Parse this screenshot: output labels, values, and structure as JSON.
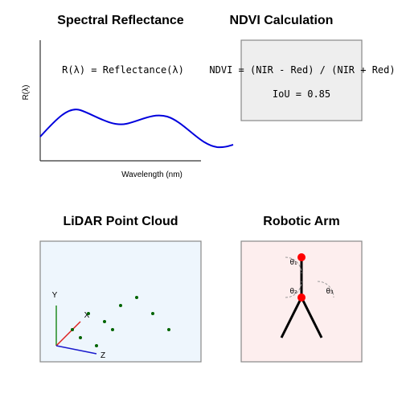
{
  "panels": {
    "spectral": {
      "title": "Spectral Reflectance",
      "equation": "R(λ) = Reflectance(λ)",
      "xlabel": "Wavelength (nm)",
      "ylabel": "R(λ)",
      "curve_color": "#0000dd"
    },
    "ndvi": {
      "title": "NDVI Calculation",
      "formula": "NDVI = (NIR - Red) / (NIR + Red)",
      "iou": "IoU = 0.85",
      "box_color": "#eeeeee"
    },
    "lidar": {
      "title": "LiDAR Point Cloud",
      "axis_y": "Y",
      "axis_x": "X",
      "axis_z": "Z",
      "bg_color": "#eef6fd",
      "point_color": "#006400",
      "axis_colors": {
        "y": "#228b22",
        "x": "#dd2222",
        "z": "#1a1acd"
      }
    },
    "robot": {
      "title": "Robotic Arm",
      "theta_labels": [
        "θ₁",
        "θ₂",
        "θ₃"
      ],
      "joint_color": "#ff0000",
      "bg_color": "#fdeeee"
    }
  }
}
